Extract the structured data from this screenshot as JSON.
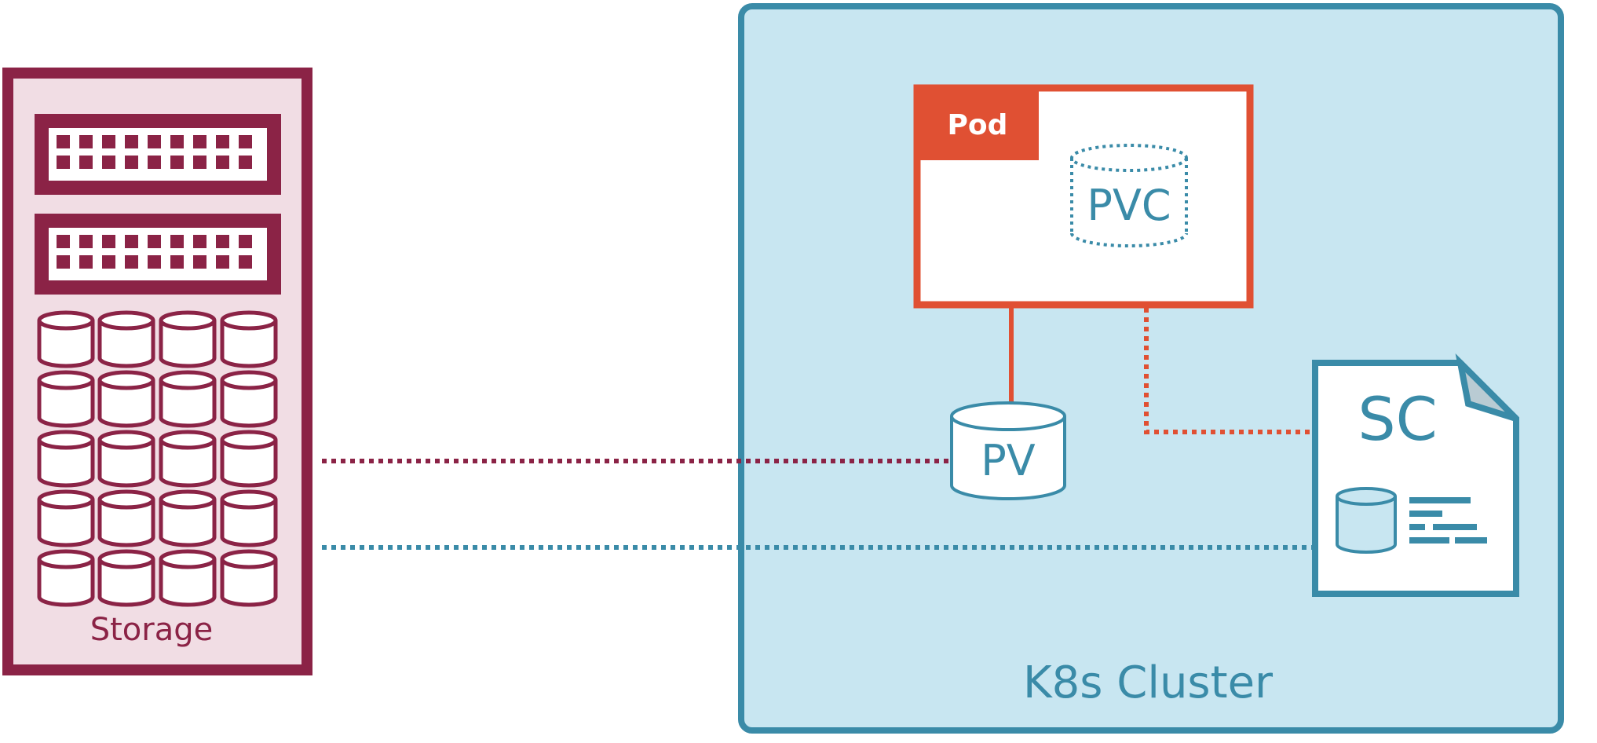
{
  "storage": {
    "label": "Storage",
    "colors": {
      "border": "#8B2346",
      "fill": "#F1DDE4",
      "white": "#FFFFFF"
    },
    "icon": "storage-array-icon"
  },
  "cluster": {
    "label": "K8s Cluster",
    "colors": {
      "border": "#3A8BA8",
      "fill": "#C8E6F1",
      "text": "#3A8BA8"
    }
  },
  "pod": {
    "label": "Pod",
    "colors": {
      "border": "#E05033",
      "tab": "#E05033",
      "tab_text": "#FFFFFF"
    }
  },
  "pvc": {
    "label": "PVC",
    "icon": "dotted-cylinder-icon"
  },
  "pv": {
    "label": "PV",
    "icon": "cylinder-icon"
  },
  "sc": {
    "label": "SC",
    "icon": "document-icon",
    "sub_icon": "database-icon"
  },
  "connectors": {
    "storage_to_pv": {
      "style": "dotted",
      "color": "#8B2346"
    },
    "storage_to_sc": {
      "style": "dotted",
      "color": "#3A8BA8"
    },
    "pod_to_pv": {
      "style": "solid",
      "color": "#E05033"
    },
    "pod_to_sc": {
      "style": "dotted",
      "color": "#E05033"
    }
  }
}
